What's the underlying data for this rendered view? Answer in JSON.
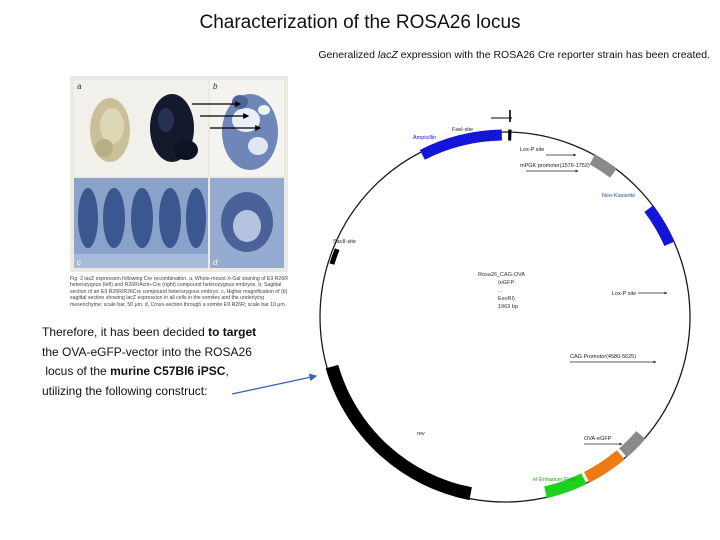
{
  "title": "Characterization of the ROSA26 locus",
  "subtitle": {
    "before": "Generalized ",
    "italic": "lacZ",
    "after": " expression with the ROSA26 Cre reporter strain has been created."
  },
  "figure": {
    "panels": [
      "a",
      "b",
      "c",
      "d"
    ],
    "caption": "Fig. 2 lacZ expression following Cre recombination. a, Whole-mount X-Gal staining of E9 R26R heterozygous (left) and R26R/Actin-Cre (right) compound heterozygous embryos. b, Sagittal section of an E9 R26R/R26Cre compound heterozygous embryo. c, Higher magnification of (b) sagittal section showing lacZ expression in all cells in the somites and the underlying mesenchyme; scale bar, 50 μm. d, Cross-section through a somite E9 R26R; scale bar 10 μm."
  },
  "body": {
    "line1_pre": "Therefore, it has been decided ",
    "line1_bold": "to target",
    "line2": "the OVA-eGFP-vector into the ROSA26",
    "line3_pre": "locus of the ",
    "line3_bold": "murine C57Bl6 iPSC",
    "line3_post": ",",
    "line4": "utilizing the following construct:"
  },
  "plasmid": {
    "center_lines": [
      "Rosa26_CAG-OVA",
      "(eGFP",
      "...",
      "ExoRI)",
      "1963 bp"
    ],
    "labels": {
      "fsei": "FseI-site",
      "ampicillin": "Ampicillin",
      "loxp_top": "Lox-P site",
      "pgk": "mPGK promoter(1576-1752)",
      "neo": "Neo-Kassette",
      "loxp_right": "Lox-P site",
      "cag": "CAG Promotor(4580-5625)",
      "ova": "OVA-eGFP",
      "ires": "el-Enhancer Polio",
      "sac": "SacII-site",
      "rev": "rev"
    },
    "colors": {
      "blue": "#1515d8",
      "gray": "#8a8a8a",
      "black": "#000000",
      "orange": "#f07a12",
      "green": "#1fd11f",
      "ring": "#1a1a1a",
      "arrow": "#3a64b8"
    }
  }
}
